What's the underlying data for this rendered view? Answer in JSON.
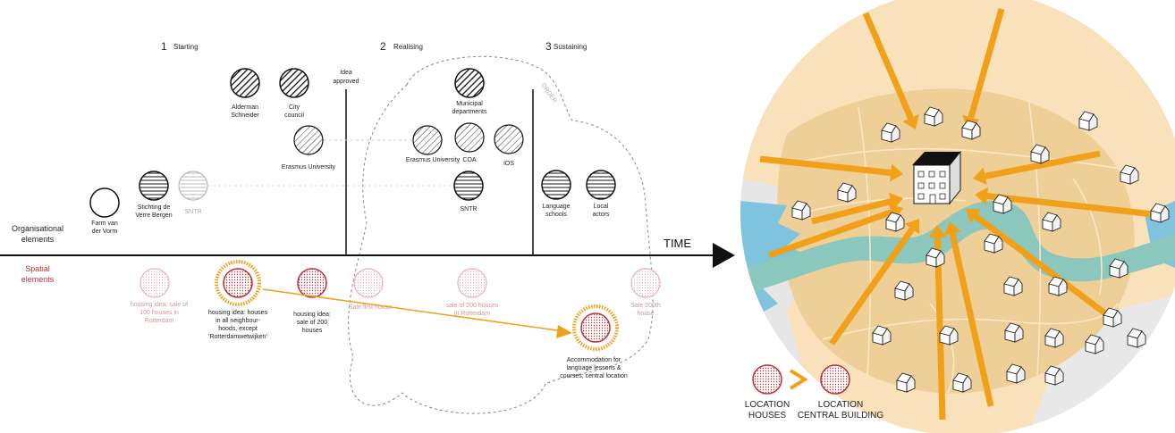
{
  "phases": [
    {
      "num": "1",
      "name": "Starting"
    },
    {
      "num": "2",
      "name": "Realising"
    },
    {
      "num": "3",
      "name": "Sustaining"
    }
  ],
  "milestone": [
    "Idea",
    "approved"
  ],
  "order_label": "ORDER",
  "axis": {
    "time": "TIME",
    "organisational": [
      "Organisational",
      "elements"
    ],
    "spatial": [
      "Spatial",
      "elements"
    ]
  },
  "org_elements": [
    {
      "label": [
        "Alderman",
        "Schneider"
      ]
    },
    {
      "label": [
        "City",
        "council"
      ]
    },
    {
      "label": [
        "Erasmus University"
      ]
    },
    {
      "label": [
        "Municipal",
        "departments"
      ]
    },
    {
      "label": [
        "Erasmus University"
      ]
    },
    {
      "label": [
        "COA"
      ]
    },
    {
      "label": [
        "IOS"
      ]
    },
    {
      "label": [
        "Farm van",
        "der Vorm"
      ]
    },
    {
      "label": [
        "Stichting de",
        "Verre Bergen"
      ]
    },
    {
      "label": [
        "SNTR"
      ]
    },
    {
      "label": [
        "SNTR"
      ]
    },
    {
      "label": [
        "Language",
        "schools"
      ]
    },
    {
      "label": [
        "Local",
        "actors"
      ]
    }
  ],
  "spatial_elements": [
    {
      "label": [
        "housing idea: sale of",
        "100 houses in",
        "Rotterdam"
      ]
    },
    {
      "label": [
        "housing idea: houses",
        "in all neighbour-",
        "hoods, except",
        "'Rotterdamwetwijken'"
      ]
    },
    {
      "label": [
        "housing idea:",
        "sale of 200",
        "houses"
      ]
    },
    {
      "label": [
        "Sale first house"
      ]
    },
    {
      "label": [
        "sale of 200 houses",
        "in Rotterdam"
      ]
    },
    {
      "label": [
        "Sale 200th",
        "house"
      ]
    },
    {
      "label": [
        "Accommodation for",
        "language lessons &",
        "courses; central location"
      ]
    }
  ],
  "map_legend": {
    "houses": [
      "LOCATION",
      "HOUSES"
    ],
    "building": [
      "LOCATION",
      "CENTRAL BUILDING"
    ]
  },
  "colors": {
    "orange": "#f0a019",
    "red": "#c0303a",
    "pink": "#e3a4a8",
    "map_bg": "#f7dcb0",
    "land": "#efd2a0",
    "water": "#8cc7bd",
    "sea": "#7fc4dc"
  }
}
